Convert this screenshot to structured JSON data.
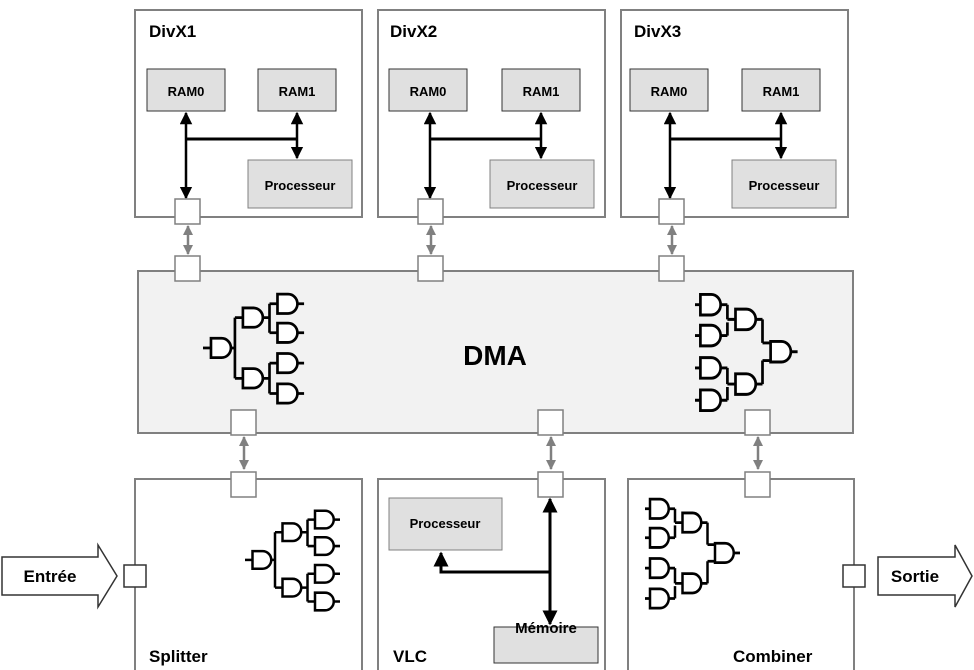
{
  "top_blocks": [
    {
      "title": "DivX1",
      "ram0": "RAM0",
      "ram1": "RAM1",
      "proc": "Processeur"
    },
    {
      "title": "DivX2",
      "ram0": "RAM0",
      "ram1": "RAM1",
      "proc": "Processeur"
    },
    {
      "title": "DivX3",
      "ram0": "RAM0",
      "ram1": "RAM1",
      "proc": "Processeur"
    }
  ],
  "dma": {
    "label": "DMA"
  },
  "bottom_blocks": {
    "splitter": {
      "title": "Splitter"
    },
    "vlc": {
      "title": "VLC",
      "proc": "Processeur",
      "mem": "Mémoire"
    },
    "combiner": {
      "title": "Combiner"
    }
  },
  "io": {
    "input": "Entrée",
    "output": "Sortie"
  },
  "colors": {
    "box_fill": "#f2f2f2",
    "component_fill": "#e0e0e0",
    "border": "#808080",
    "link_grey": "#808080"
  }
}
